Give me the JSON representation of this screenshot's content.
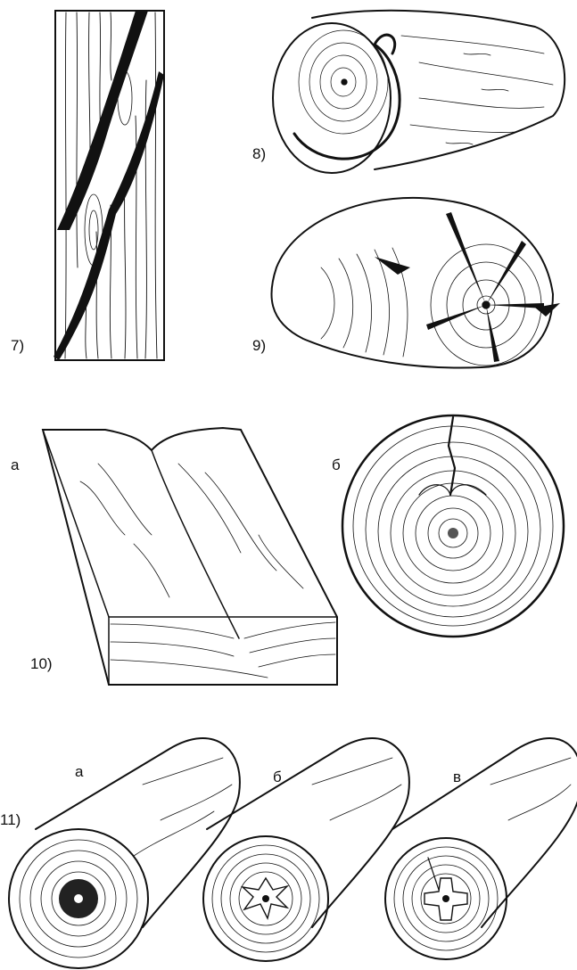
{
  "figures": [
    {
      "number": "7)"
    },
    {
      "number": "8)"
    },
    {
      "number": "9)"
    },
    {
      "number": "10)",
      "parts": [
        "а",
        "б"
      ]
    },
    {
      "number": "11)",
      "parts": [
        "а",
        "б",
        "в"
      ]
    }
  ],
  "colors": {
    "ink": "#111111",
    "paper": "#ffffff"
  }
}
